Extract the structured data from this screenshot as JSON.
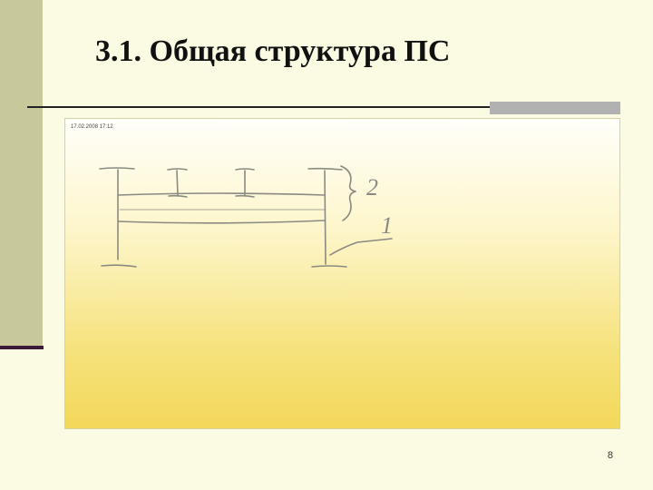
{
  "slide": {
    "title": "3.1. Общая структура ПС",
    "page_number": "8"
  },
  "sheet": {
    "timestamp": "17.02.2008 17:12",
    "label_2": "2",
    "label_1": "1"
  }
}
